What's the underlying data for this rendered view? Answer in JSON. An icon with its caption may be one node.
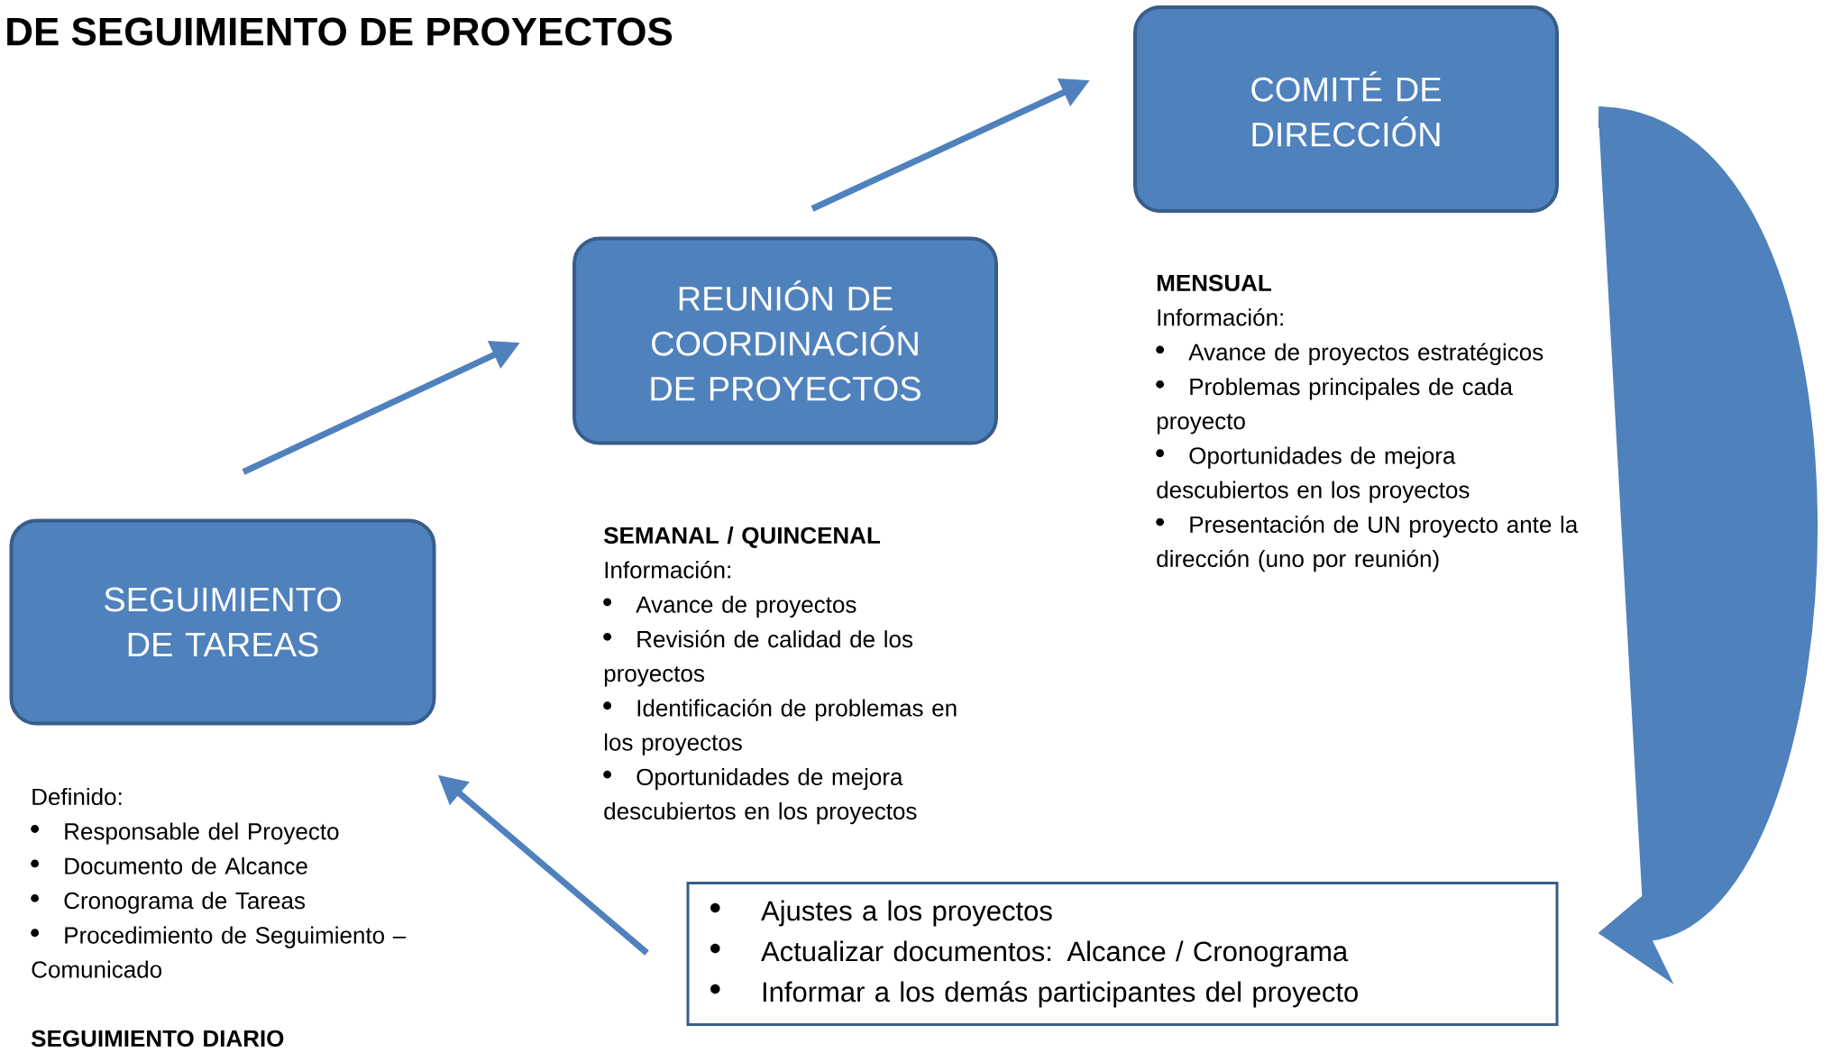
{
  "diagram": {
    "title": "DE SEGUIMIENTO DE PROYECTOS",
    "nodes": [
      {
        "text": [
          "SEGUIMIENTO DE TAREAS"
        ],
        "beside": [
          "Definido:",
          "Responsable del Proyecto",
          "Documento de Alcance",
          "Cronograma de Tareas",
          "Procedimiento de Seguimiento – Comunicado",
          "SEGUIMIENTO DIARIO"
        ]
      },
      {
        "text": [
          "REUNIÓN DE COORDINACIÓN DE PROYECTOS"
        ],
        "beside": [
          "SEMANAL / QUINCENAL",
          "Información:",
          "Avance de proyectos",
          "Revisión de calidad de los proyectos",
          "Identificación de problemas en los proyectos",
          "Oportunidades de mejora descubiertos en los proyectos"
        ]
      },
      {
        "text": [
          "COMITÉ DE DIRECCIÓN"
        ],
        "beside": [
          "MENSUAL",
          "Información:",
          "Avance de proyectos estratégicos",
          "Problemas principales de cada proyecto",
          "Oportunidades de mejora descubiertos en los proyectos",
          "Presentación de UN proyecto ante la dirección (uno por reunión)"
        ]
      },
      {
        "text": [
          "Ajustes a los proyectos",
          "Actualizar documentos: Alcance / Cronograma",
          "Informar a los demás participantes del proyecto"
        ]
      }
    ],
    "edges": [
      {
        "from": 0,
        "to": 1,
        "arrow": "to"
      },
      {
        "from": 1,
        "to": 2,
        "arrow": "to"
      },
      {
        "from": 2,
        "to": 3,
        "arrow": "to",
        "style": "thick"
      },
      {
        "from": 3,
        "to": 0,
        "arrow": "to"
      }
    ]
  }
}
